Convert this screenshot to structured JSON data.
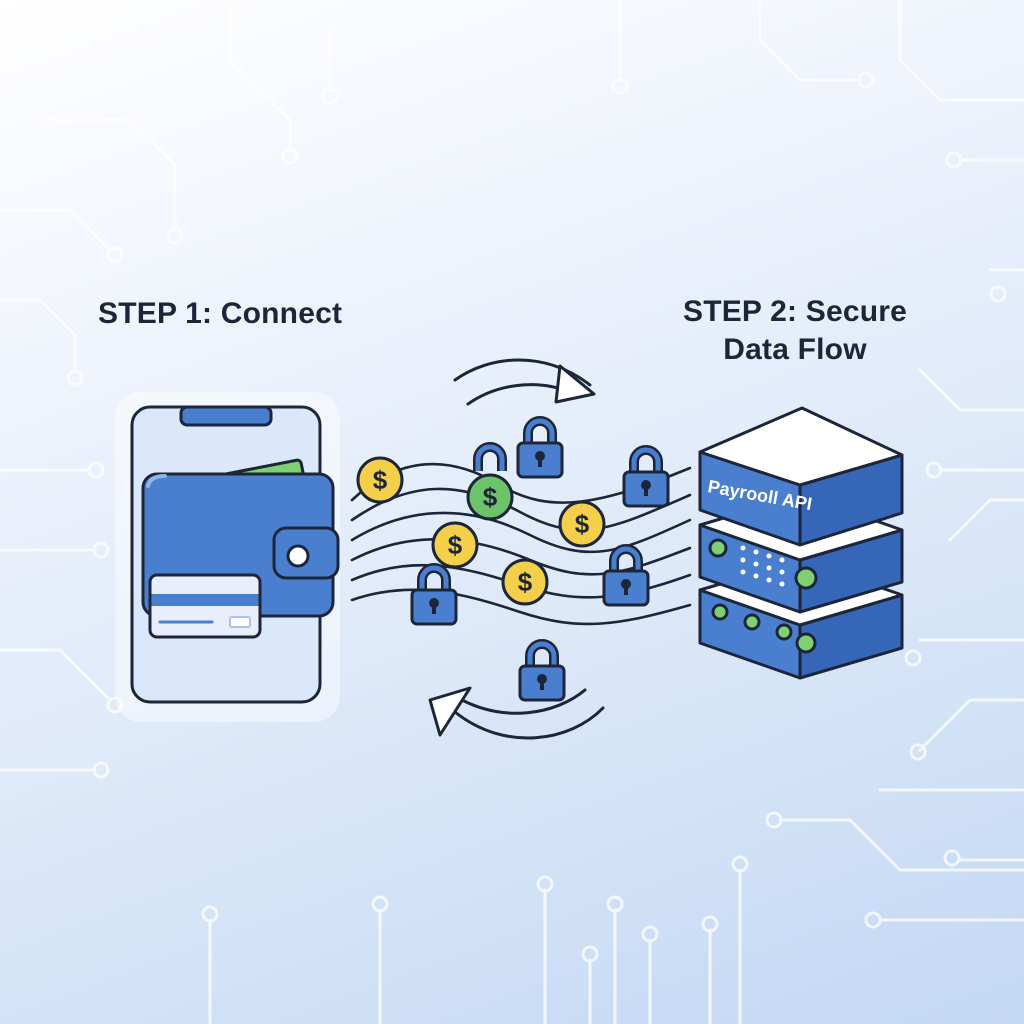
{
  "steps": {
    "step1_label": "STEP 1: Connect",
    "step2_line1": "STEP 2: Secure",
    "step2_line2": "Data Flow"
  },
  "server": {
    "label": "Payrooll API"
  },
  "icons": {
    "wallet": "wallet-icon",
    "phone": "smartphone-icon",
    "card": "credit-card-icon",
    "coin": "dollar-coin-icon",
    "lock": "padlock-icon",
    "server": "server-stack-icon",
    "arrow": "curved-arrow-icon"
  },
  "colors": {
    "ink": "#1d2638",
    "primary_blue": "#4a7fd0",
    "light_blue": "#dbe7fb",
    "coin_gold": "#f3cf4a",
    "coin_green": "#6cc36a",
    "money_green": "#7fcf73",
    "circuit": "#ffffff"
  }
}
